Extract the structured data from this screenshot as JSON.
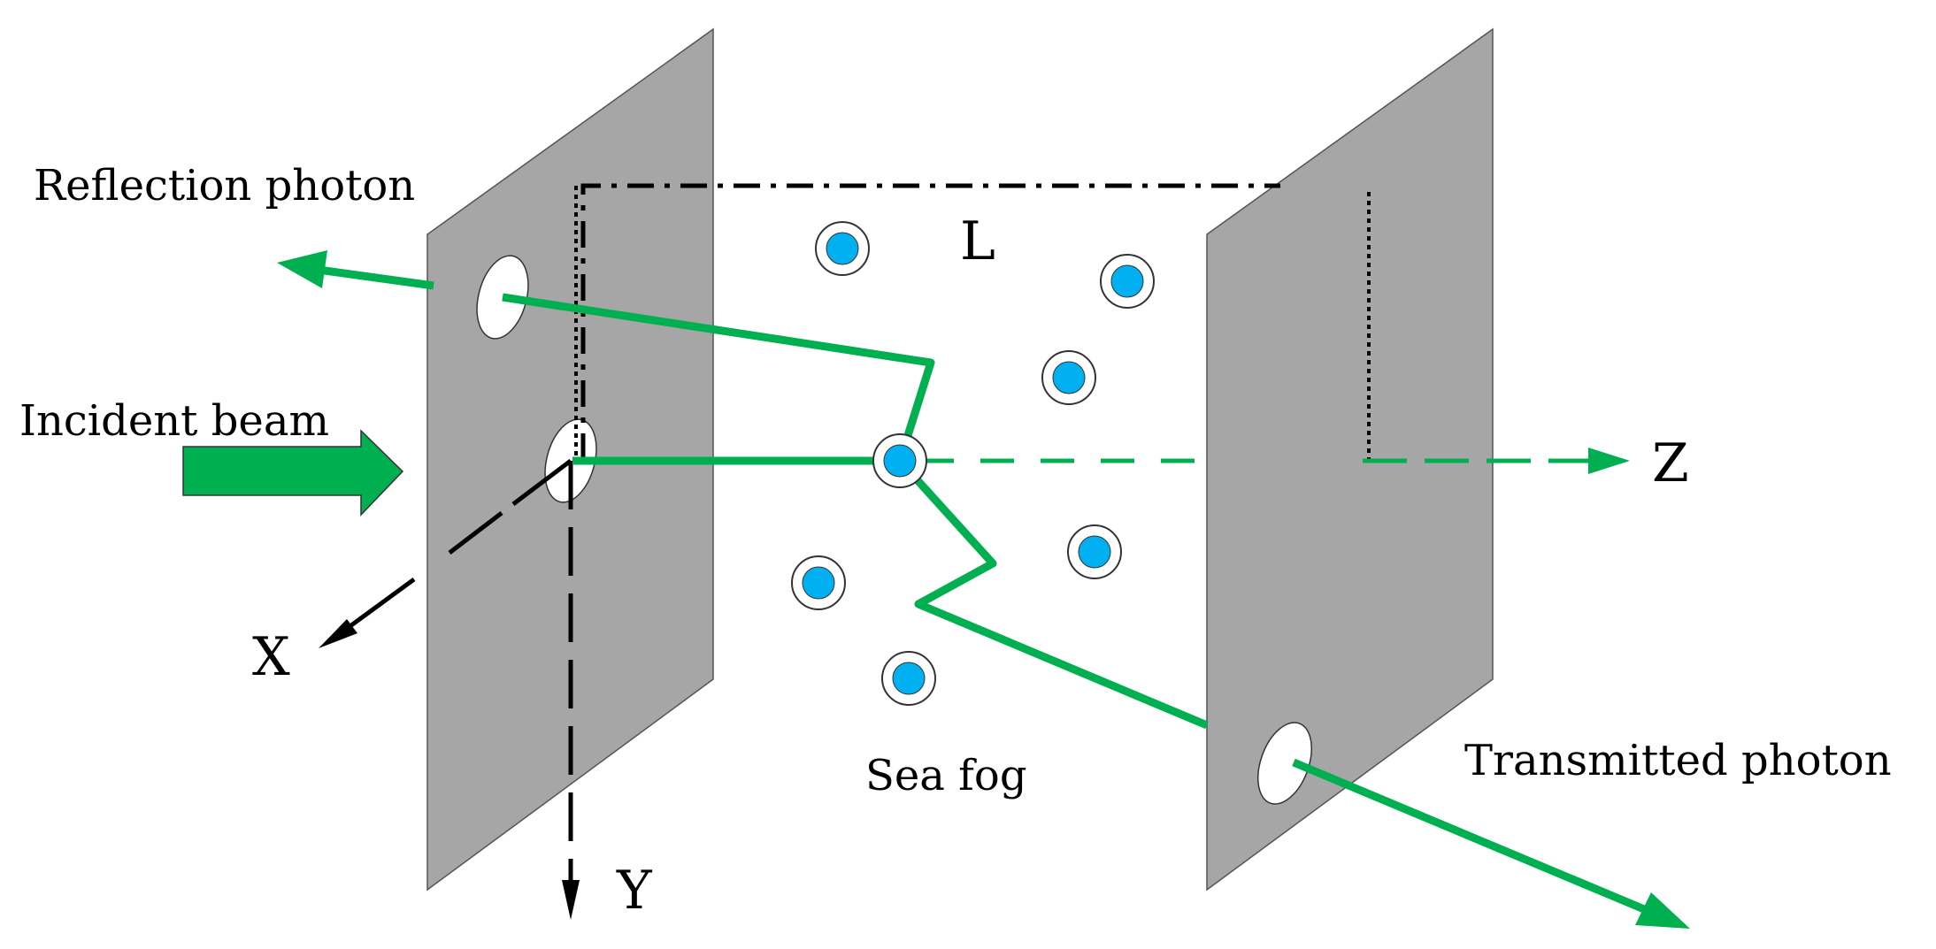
{
  "labels": {
    "reflection_photon": "Reflection photon",
    "incident_beam": "Incident beam",
    "sea_fog": "Sea fog",
    "transmitted_photon": "Transmitted photon",
    "distance": "L",
    "axis_x": "X",
    "axis_y": "Y",
    "axis_z": "Z"
  },
  "colors": {
    "plate": "#a6a6a6",
    "beam": "#00b050",
    "particle": "#00b0f0",
    "axis": "#000000"
  }
}
